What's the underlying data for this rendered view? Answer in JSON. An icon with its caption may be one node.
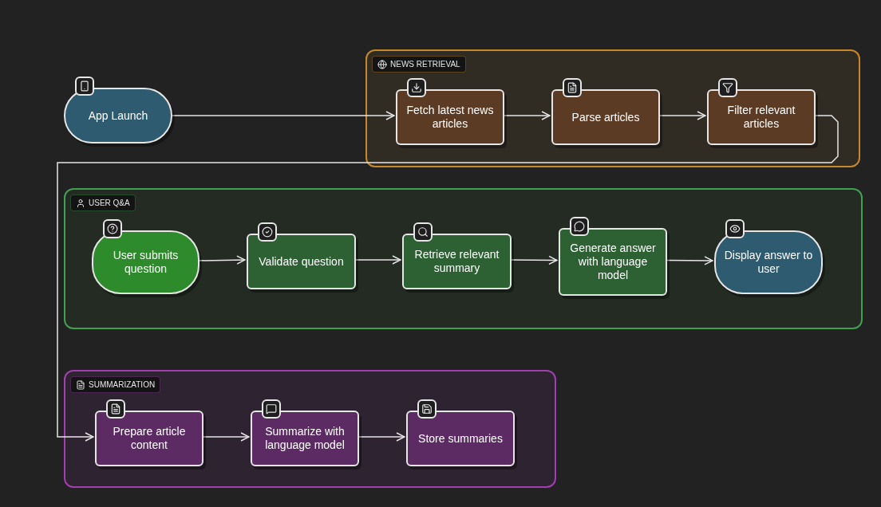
{
  "diagram": {
    "nodes": [
      {
        "text": [
          "App Launch"
        ]
      },
      {
        "text": [
          "NEWS RETRIEVAL"
        ]
      },
      {
        "text": [
          "Fetch latest news articles"
        ],
        "in": 1
      },
      {
        "text": [
          "Parse articles"
        ],
        "in": 1
      },
      {
        "text": [
          "Filter relevant articles"
        ],
        "in": 1
      },
      {
        "text": [
          "USER Q&A"
        ]
      },
      {
        "text": [
          "User submits question"
        ],
        "in": 5
      },
      {
        "text": [
          "Validate question"
        ],
        "in": 5
      },
      {
        "text": [
          "Retrieve relevant summary"
        ],
        "in": 5
      },
      {
        "text": [
          "Generate answer with language model"
        ],
        "in": 5
      },
      {
        "text": [
          "Display answer to user"
        ],
        "in": 5
      },
      {
        "text": [
          "SUMMARIZATION"
        ]
      },
      {
        "text": [
          "Prepare article content"
        ],
        "in": 11
      },
      {
        "text": [
          "Summarize with language model"
        ],
        "in": 11
      },
      {
        "text": [
          "Store summaries"
        ],
        "in": 11
      }
    ],
    "edges": [
      {
        "from": 0,
        "to": 2,
        "arrow": "to"
      },
      {
        "from": 2,
        "to": 3,
        "arrow": "to"
      },
      {
        "from": 3,
        "to": 4,
        "arrow": "to"
      },
      {
        "from": 4,
        "to": 12,
        "arrow": "to"
      },
      {
        "from": 12,
        "to": 13,
        "arrow": "to"
      },
      {
        "from": 13,
        "to": 14,
        "arrow": "to"
      },
      {
        "from": 6,
        "to": 7,
        "arrow": "to"
      },
      {
        "from": 7,
        "to": 8,
        "arrow": "to"
      },
      {
        "from": 8,
        "to": 9,
        "arrow": "to"
      },
      {
        "from": 9,
        "to": 10,
        "arrow": "to"
      }
    ]
  }
}
